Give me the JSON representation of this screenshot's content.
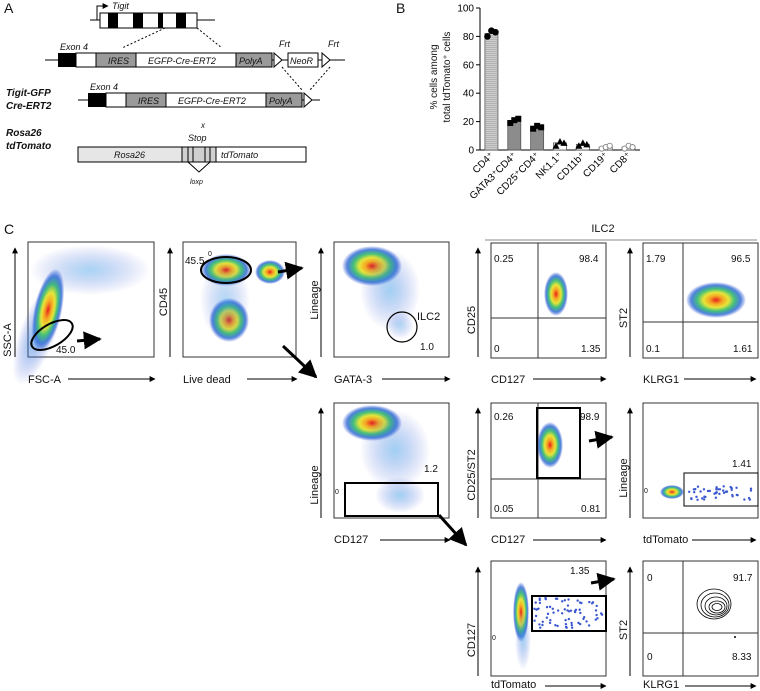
{
  "panel_a": {
    "letter": "A",
    "gene_label": "Tigit",
    "targeting": {
      "exon": "Exon 4",
      "ires": "IRES",
      "cassette": "EGFP-Cre-ERT2",
      "polya": "PolyA",
      "neo": "NeoR",
      "frt1": "Frt",
      "frt2": "Frt"
    },
    "allele_name_1": "Tigit-GFP",
    "allele_name_2": "Cre-ERT2",
    "allele": {
      "exon": "Exon 4",
      "ires": "IRES",
      "cassette": "EGFP-Cre-ERT2",
      "polya": "PolyA"
    },
    "rosa_name_1": "Rosa26",
    "rosa_name_2": "tdTomato",
    "rosa": {
      "rosa": "Rosa26",
      "x": "x",
      "stop": "Stop",
      "tdtomato": "tdTomato",
      "loxp": "loxp"
    }
  },
  "panel_b": {
    "letter": "B",
    "y_label_1": "% cells among",
    "y_label_2": "total tdTomato⁺ cells"
  },
  "chart_data": {
    "type": "bar",
    "categories": [
      "CD4⁺",
      "GATA3⁺CD4⁺",
      "CD25⁺CD4⁺",
      "NK1.1⁺",
      "CD11b⁺",
      "CD19⁺",
      "CD8⁺"
    ],
    "values": [
      82,
      20,
      16,
      5,
      4,
      2,
      2
    ],
    "points": [
      [
        80,
        84,
        83
      ],
      [
        19,
        21,
        22
      ],
      [
        15,
        17,
        16
      ],
      [
        3,
        6,
        5
      ],
      [
        3,
        5,
        4
      ],
      [
        1,
        2,
        3
      ],
      [
        1,
        3,
        2
      ]
    ],
    "ylim": [
      0,
      100
    ],
    "yticks": [
      0,
      20,
      40,
      60,
      80,
      100
    ],
    "colors": [
      "#cccccc",
      "#8c8c8c",
      "#8c8c8c",
      "#ffffff",
      "#ffffff",
      "#ffffff",
      "#ffffff"
    ]
  },
  "panel_c": {
    "letter": "C",
    "ilc2_header": "ILC2",
    "plot1": {
      "y": "SSC-A",
      "x": "FSC-A",
      "gate": "45.0"
    },
    "plot2": {
      "y": "CD45",
      "x": "Live dead",
      "gate": "45.5"
    },
    "plot3": {
      "y": "Lineage",
      "x": "GATA-3",
      "gate_name": "ILC2",
      "gate": "1.0"
    },
    "plot4": {
      "y": "CD25",
      "x": "CD127",
      "ul": "0.25",
      "ur": "98.4",
      "ll": "0",
      "lr": "1.35"
    },
    "plot5": {
      "y": "ST2",
      "x": "KLRG1",
      "ul": "1.79",
      "ur": "96.5",
      "ll": "0.1",
      "lr": "1.61"
    },
    "plot6": {
      "y": "Lineage",
      "x": "CD127",
      "gate": "1.2"
    },
    "plot7": {
      "y": "CD25/ST2",
      "x": "CD127",
      "ul": "0.26",
      "ur": "98.9",
      "ll": "0.05",
      "lr": "0.81"
    },
    "plot8": {
      "y": "Lineage",
      "x": "tdTomato",
      "gate": "1.41"
    },
    "plot9": {
      "y": "CD127",
      "x": "tdTomato",
      "gate": "1.35"
    },
    "plot10": {
      "y": "ST2",
      "x": "KLRG1",
      "ul": "0",
      "ur": "91.7",
      "ll": "0",
      "lr": "8.33"
    },
    "tick_zero": "0"
  }
}
